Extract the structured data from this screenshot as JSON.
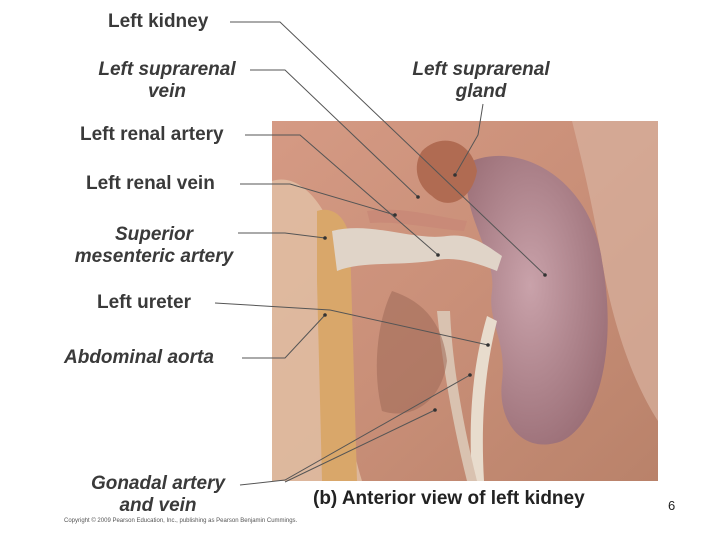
{
  "labels": {
    "left_kidney": "Left kidney",
    "left_suprarenal_vein_l1": "Left suprarenal",
    "left_suprarenal_vein_l2": "vein",
    "left_suprarenal_gland_l1": "Left suprarenal",
    "left_suprarenal_gland_l2": "gland",
    "left_renal_artery": "Left renal artery",
    "left_renal_vein": "Left renal vein",
    "superior_mesenteric_l1": "Superior",
    "superior_mesenteric_l2": "mesenteric artery",
    "left_ureter": "Left ureter",
    "abdominal_aorta": "Abdominal aorta",
    "gonadal_l1": "Gonadal artery",
    "gonadal_l2": "and vein"
  },
  "caption": "(b) Anterior view of left kidney",
  "copyright": "Copyright © 2009 Pearson Education, Inc., publishing as Pearson Benjamin Cummings.",
  "page_number": "6",
  "colors": {
    "label_text": "#3a3a3a",
    "leader_line": "#555555",
    "tissue_base": "#c98f78",
    "kidney": "#b98f98",
    "aorta": "#d9a76a"
  }
}
